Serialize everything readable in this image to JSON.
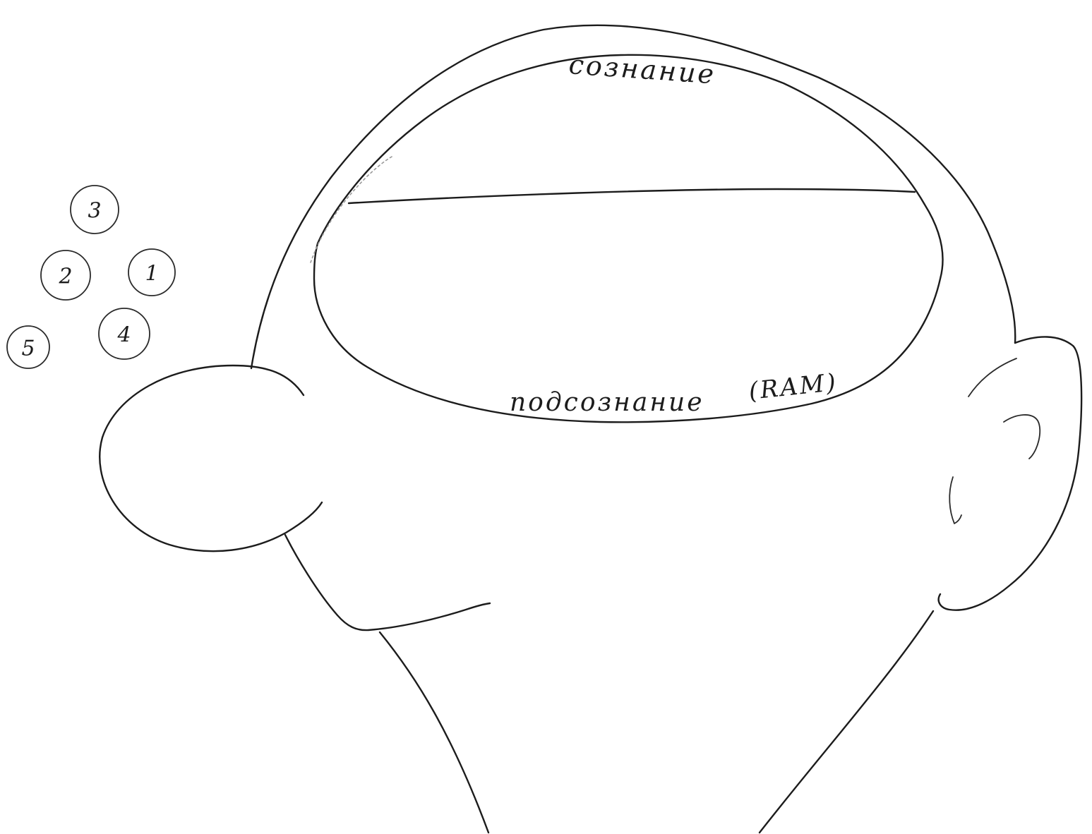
{
  "labels": {
    "conscious": "сознание",
    "subconscious": "подсознание",
    "ram": "(RAM)"
  },
  "thoughts": [
    {
      "id": "thought-1",
      "label": "1"
    },
    {
      "id": "thought-2",
      "label": "2"
    },
    {
      "id": "thought-3",
      "label": "3"
    },
    {
      "id": "thought-4",
      "label": "4"
    },
    {
      "id": "thought-5",
      "label": "5"
    }
  ],
  "colors": {
    "ink": "#1c1c1c",
    "paper": "#ffffff"
  }
}
